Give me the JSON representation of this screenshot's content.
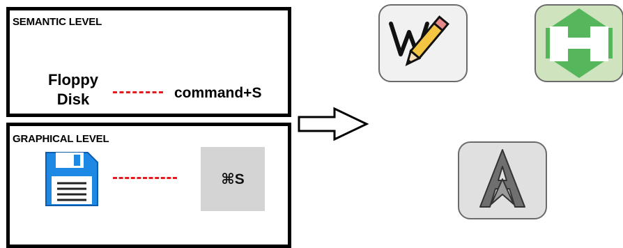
{
  "semantic_panel": {
    "title": "SEMANTIC LEVEL",
    "left_label_line1": "Floppy",
    "left_label_line2": "Disk",
    "right_label": "command+S"
  },
  "graphical_panel": {
    "title": "GRAPHICAL LEVEL",
    "left_icon": "floppy-disk-icon",
    "right_label": "⌘S"
  },
  "icons": {
    "arrow": "right-arrow-icon",
    "top_left": "writer-pencil-icon",
    "top_right": "green-h-icon",
    "bottom": "vector-a-icon"
  },
  "colors": {
    "dash": "#e41a1c",
    "floppy_blue": "#1e88e5",
    "hub_green": "#56b65b",
    "pencil_yellow": "#f4c542"
  }
}
